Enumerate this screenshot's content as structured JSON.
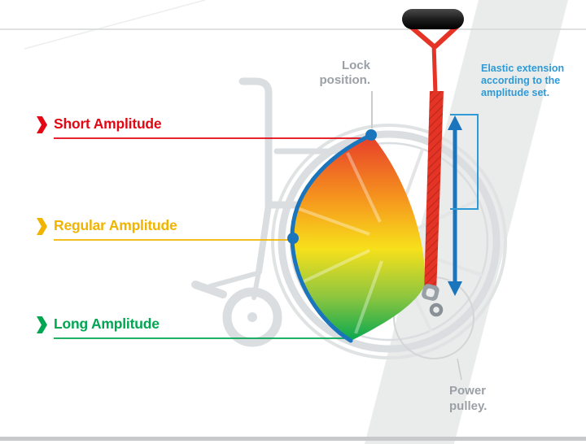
{
  "title": "Wheelchair elastic trainer amplitude diagram",
  "colors": {
    "short_red": "#e30613",
    "regular_yellow": "#f0b400",
    "long_green": "#00a651",
    "arc_blue": "#1b75bc",
    "note_blue": "#2e9ad6",
    "note_gray": "#9aa0a5",
    "band_red": "#e53425"
  },
  "amplitudes": [
    {
      "id": "short",
      "label": "Short Amplitude"
    },
    {
      "id": "regular",
      "label": "Regular Amplitude"
    },
    {
      "id": "long",
      "label": "Long Amplitude"
    }
  ],
  "annotations": {
    "lock": {
      "line1": "Lock",
      "line2": "position."
    },
    "elastic": {
      "line1": "Elastic extension",
      "line2": "according  to the",
      "line3": "amplitude  set."
    },
    "power": {
      "line1": "Power",
      "line2": "pulley."
    }
  }
}
